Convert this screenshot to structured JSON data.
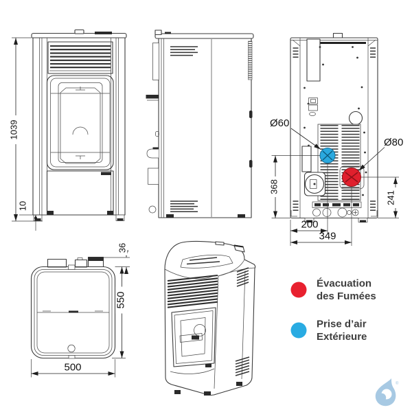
{
  "drawing": {
    "front_view": {
      "overall_height": "1039",
      "foot_height": "10"
    },
    "rear_view": {
      "air_inlet_diameter": "Ø60",
      "flue_diameter": "Ø80",
      "air_inlet_height": "368",
      "flue_height": "241",
      "air_inlet_offset": "200",
      "flue_offset": "349"
    },
    "top_view": {
      "lid_offset": "36",
      "depth": "550",
      "width": "500"
    }
  },
  "ports": {
    "air_intake_color": "#2aa9df",
    "flue_exhaust_color": "#e0202d"
  },
  "legend": {
    "items": [
      {
        "id": "flue-exhaust",
        "color": "#e8212f",
        "line1": "Évacuation",
        "line2": "des Fumées"
      },
      {
        "id": "air-intake",
        "color": "#29abe2",
        "line1": "Prise d’air",
        "line2": "Extérieure"
      }
    ]
  },
  "logo": {
    "registered_symbol": "®",
    "color": "#a7c9e3"
  }
}
